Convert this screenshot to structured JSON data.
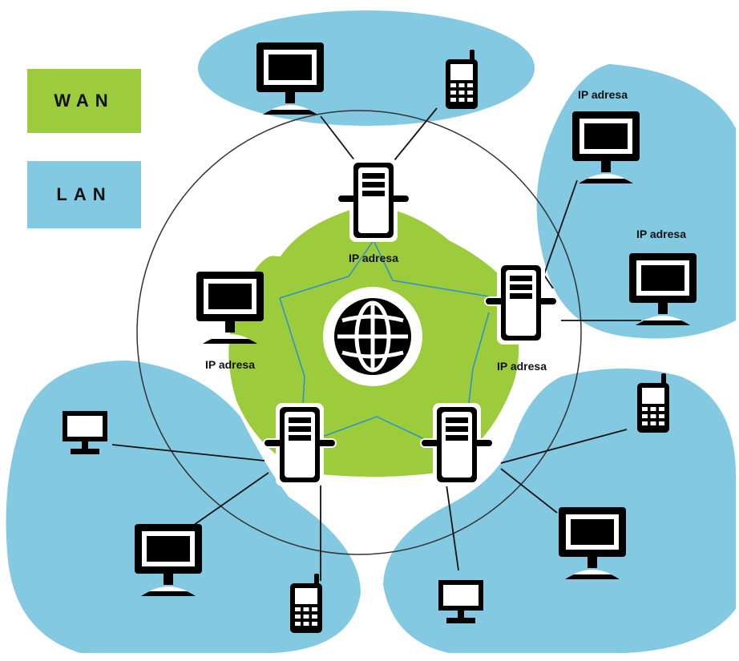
{
  "legend": [
    {
      "key": "wan",
      "label": "WAN",
      "color": "#9ccb3b"
    },
    {
      "key": "lan",
      "label": "LAN",
      "color": "#83c9e2"
    }
  ],
  "colors": {
    "wan": "#9ccb3b",
    "lan": "#83c9e2",
    "device": "#000000",
    "line": "#111111",
    "wan_link": "#2b8fcf"
  },
  "labels": {
    "ip_top": "IP adresa",
    "ip_right_server": "IP adresa",
    "ip_left_pc": "IP adresa",
    "ip_ne_pc1": "IP adresa",
    "ip_ne_pc2": "IP adresa"
  },
  "icons": [
    "monitor-icon",
    "mobile-phone-icon",
    "server-icon",
    "globe-icon"
  ]
}
